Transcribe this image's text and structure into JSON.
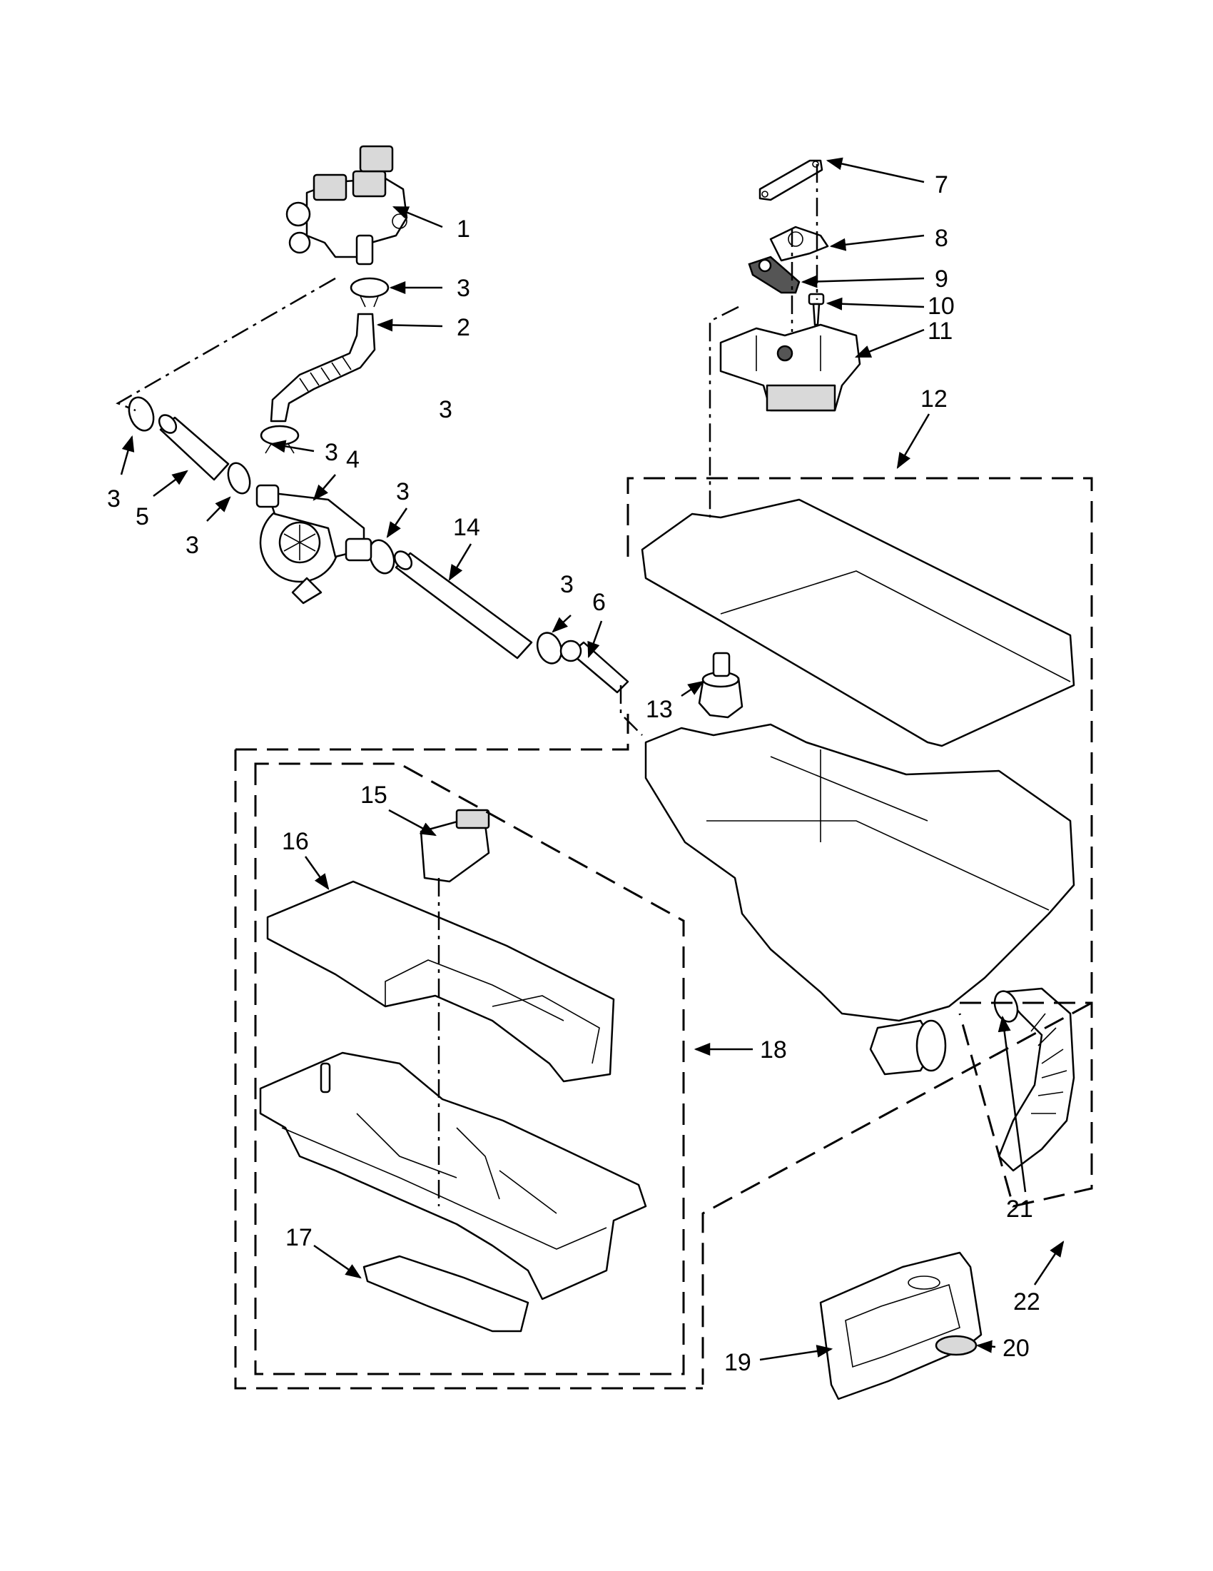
{
  "callouts": [
    {
      "id": "c1",
      "text": "1"
    },
    {
      "id": "c2",
      "text": "2"
    },
    {
      "id": "c3a",
      "text": "3"
    },
    {
      "id": "c3b",
      "text": "3"
    },
    {
      "id": "c3c",
      "text": "3"
    },
    {
      "id": "c3d",
      "text": "3"
    },
    {
      "id": "c3e",
      "text": "3"
    },
    {
      "id": "c3f",
      "text": "3"
    },
    {
      "id": "c3g",
      "text": "3"
    },
    {
      "id": "c4",
      "text": "4"
    },
    {
      "id": "c5",
      "text": "5"
    },
    {
      "id": "c6",
      "text": "6"
    },
    {
      "id": "c7",
      "text": "7"
    },
    {
      "id": "c8",
      "text": "8"
    },
    {
      "id": "c9",
      "text": "9"
    },
    {
      "id": "c10",
      "text": "10"
    },
    {
      "id": "c11",
      "text": "11"
    },
    {
      "id": "c12",
      "text": "12"
    },
    {
      "id": "c13",
      "text": "13"
    },
    {
      "id": "c14",
      "text": "14"
    },
    {
      "id": "c15",
      "text": "15"
    },
    {
      "id": "c16",
      "text": "16"
    },
    {
      "id": "c17",
      "text": "17"
    },
    {
      "id": "c18",
      "text": "18"
    },
    {
      "id": "c19",
      "text": "19"
    },
    {
      "id": "c20",
      "text": "20"
    },
    {
      "id": "c21",
      "text": "21"
    },
    {
      "id": "c22",
      "text": "22"
    }
  ]
}
